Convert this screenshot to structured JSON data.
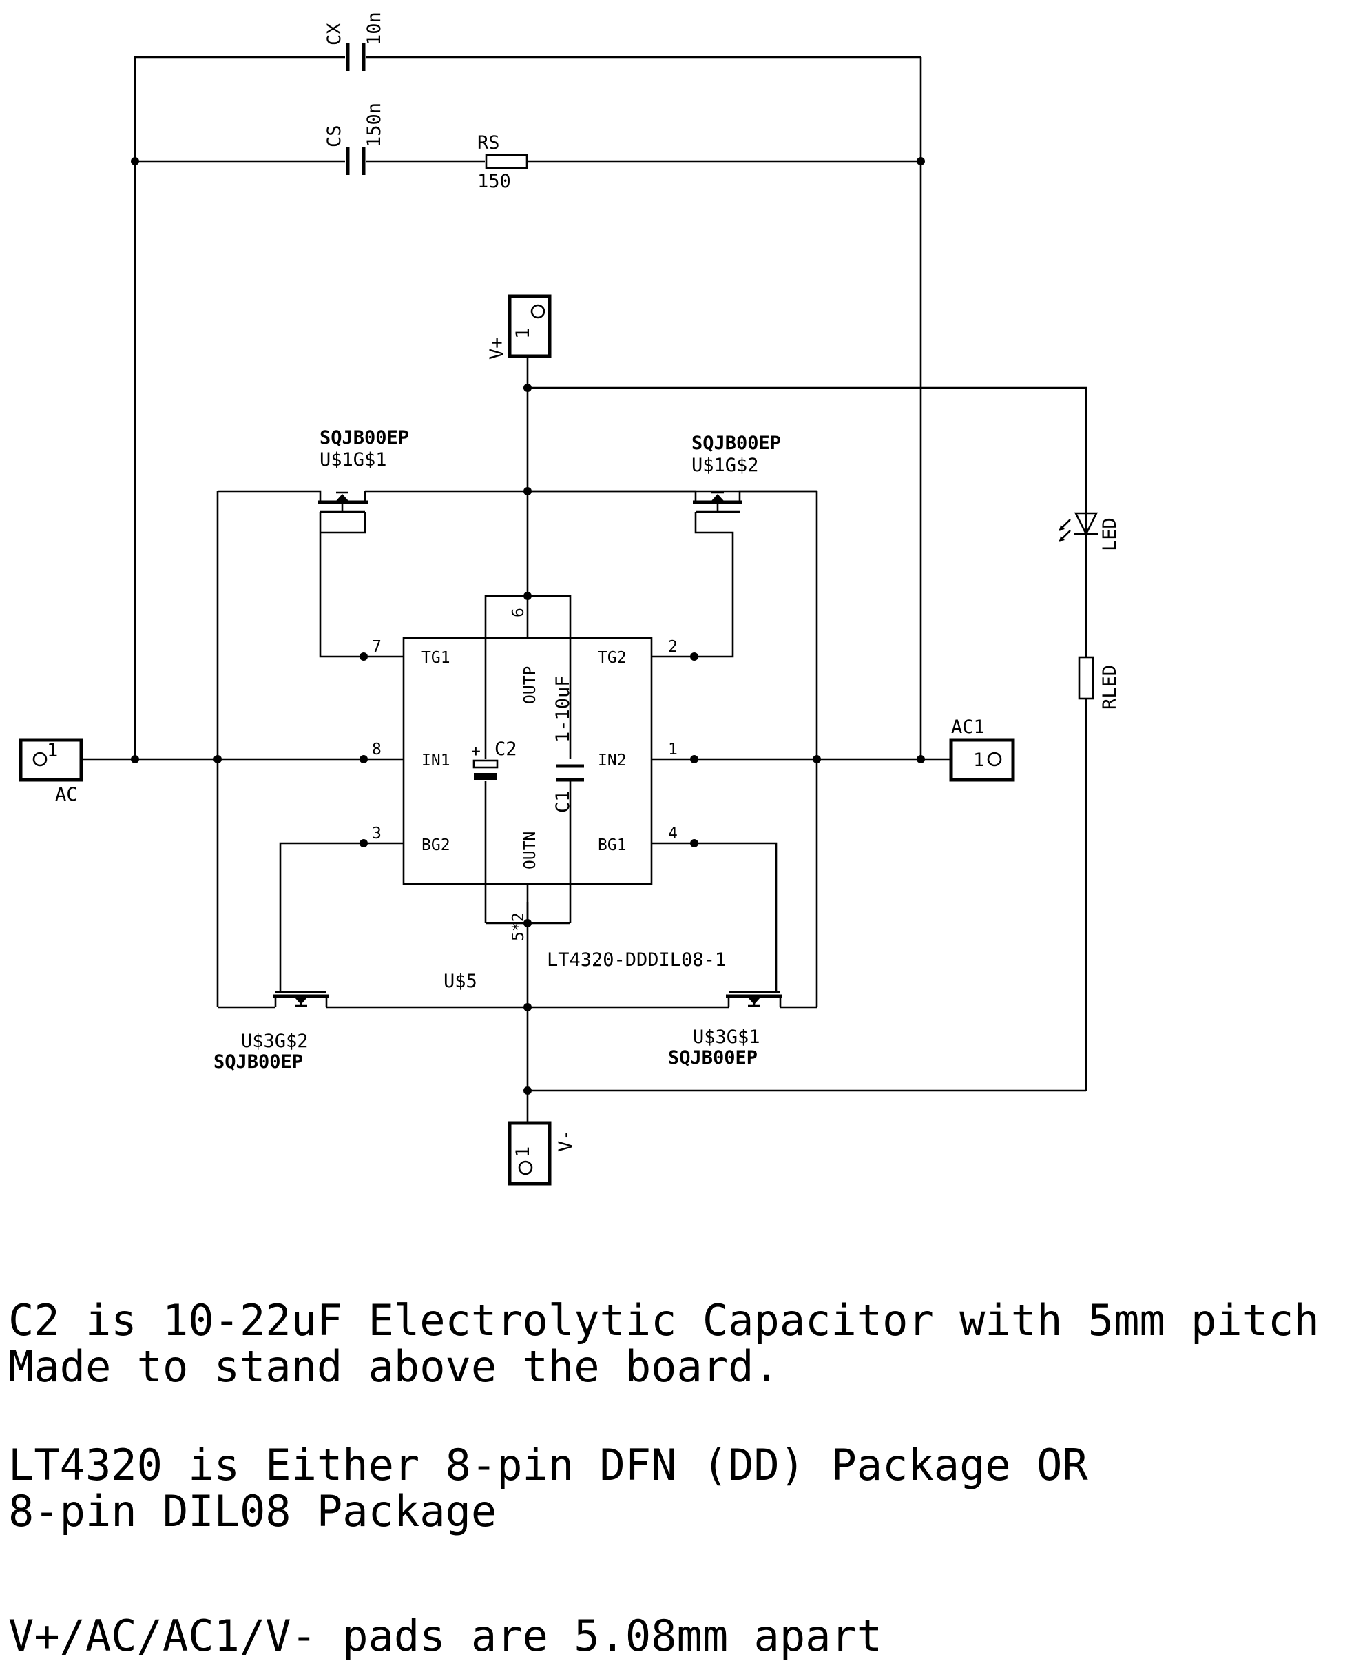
{
  "components": {
    "cx": {
      "ref": "CX",
      "value": "10n"
    },
    "cs": {
      "ref": "CS",
      "value": "150n"
    },
    "rs": {
      "ref": "RS",
      "value": "150"
    },
    "vplus": {
      "label": "V+",
      "pin": "1"
    },
    "vminus": {
      "label": "V-",
      "pin": "1"
    },
    "ac": {
      "label": "AC",
      "pin": "1"
    },
    "ac1": {
      "label": "AC1",
      "pin": "1"
    },
    "led": {
      "ref": "LED"
    },
    "rled": {
      "ref": "RLED"
    },
    "c2": {
      "ref": "C2",
      "polarity": "+"
    },
    "c1": {
      "ref": "C1",
      "value": "1-10uF"
    },
    "mosfet_tl": {
      "part": "SQJB00EP",
      "ref": "U$1G$1"
    },
    "mosfet_tr": {
      "part": "SQJB00EP",
      "ref": "U$1G$2"
    },
    "mosfet_bl": {
      "part": "SQJB00EP",
      "ref": "U$3G$2"
    },
    "mosfet_br": {
      "part": "SQJB00EP",
      "ref": "U$3G$1"
    },
    "ic": {
      "name": "LT4320-DDDIL08-1",
      "ref": "U$5",
      "pins": {
        "tg1": {
          "name": "TG1",
          "num": "7"
        },
        "in1": {
          "name": "IN1",
          "num": "8"
        },
        "bg2": {
          "name": "BG2",
          "num": "3"
        },
        "tg2": {
          "name": "TG2",
          "num": "2"
        },
        "in2": {
          "name": "IN2",
          "num": "1"
        },
        "bg1": {
          "name": "BG1",
          "num": "4"
        },
        "outp": {
          "name": "OUTP",
          "num": "6"
        },
        "outn": {
          "name": "OUTN",
          "num": "5*2"
        }
      }
    }
  },
  "notes": [
    "C2 is 10-22uF Electrolytic Capacitor with 5mm pitch",
    "Made to stand above the board.",
    "LT4320 is Either 8-pin DFN (DD) Package OR",
    "8-pin DIL08 Package",
    "V+/AC/AC1/V- pads are 5.08mm apart"
  ]
}
